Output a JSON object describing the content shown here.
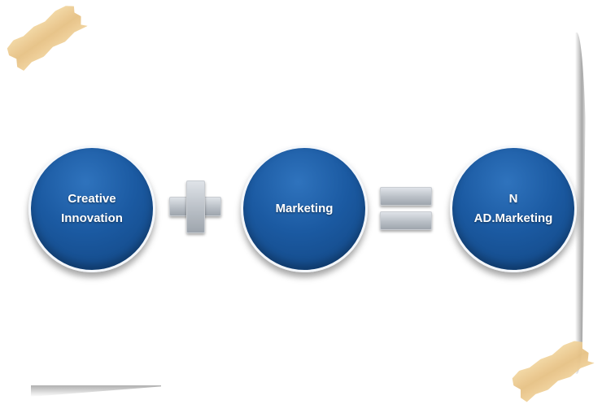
{
  "diagram": {
    "nodes": [
      {
        "id": "creative-innovation",
        "label": "Creative\nInnovation"
      },
      {
        "id": "marketing",
        "label": "Marketing"
      },
      {
        "id": "n-ad-marketing",
        "label": "N\nAD.Marketing"
      }
    ],
    "operators": [
      "plus",
      "equals"
    ],
    "colors": {
      "circle": "#1b5aa2",
      "circle_text": "#ffffff",
      "operator": "#b9bfc6",
      "tape": "#e6c184"
    }
  }
}
